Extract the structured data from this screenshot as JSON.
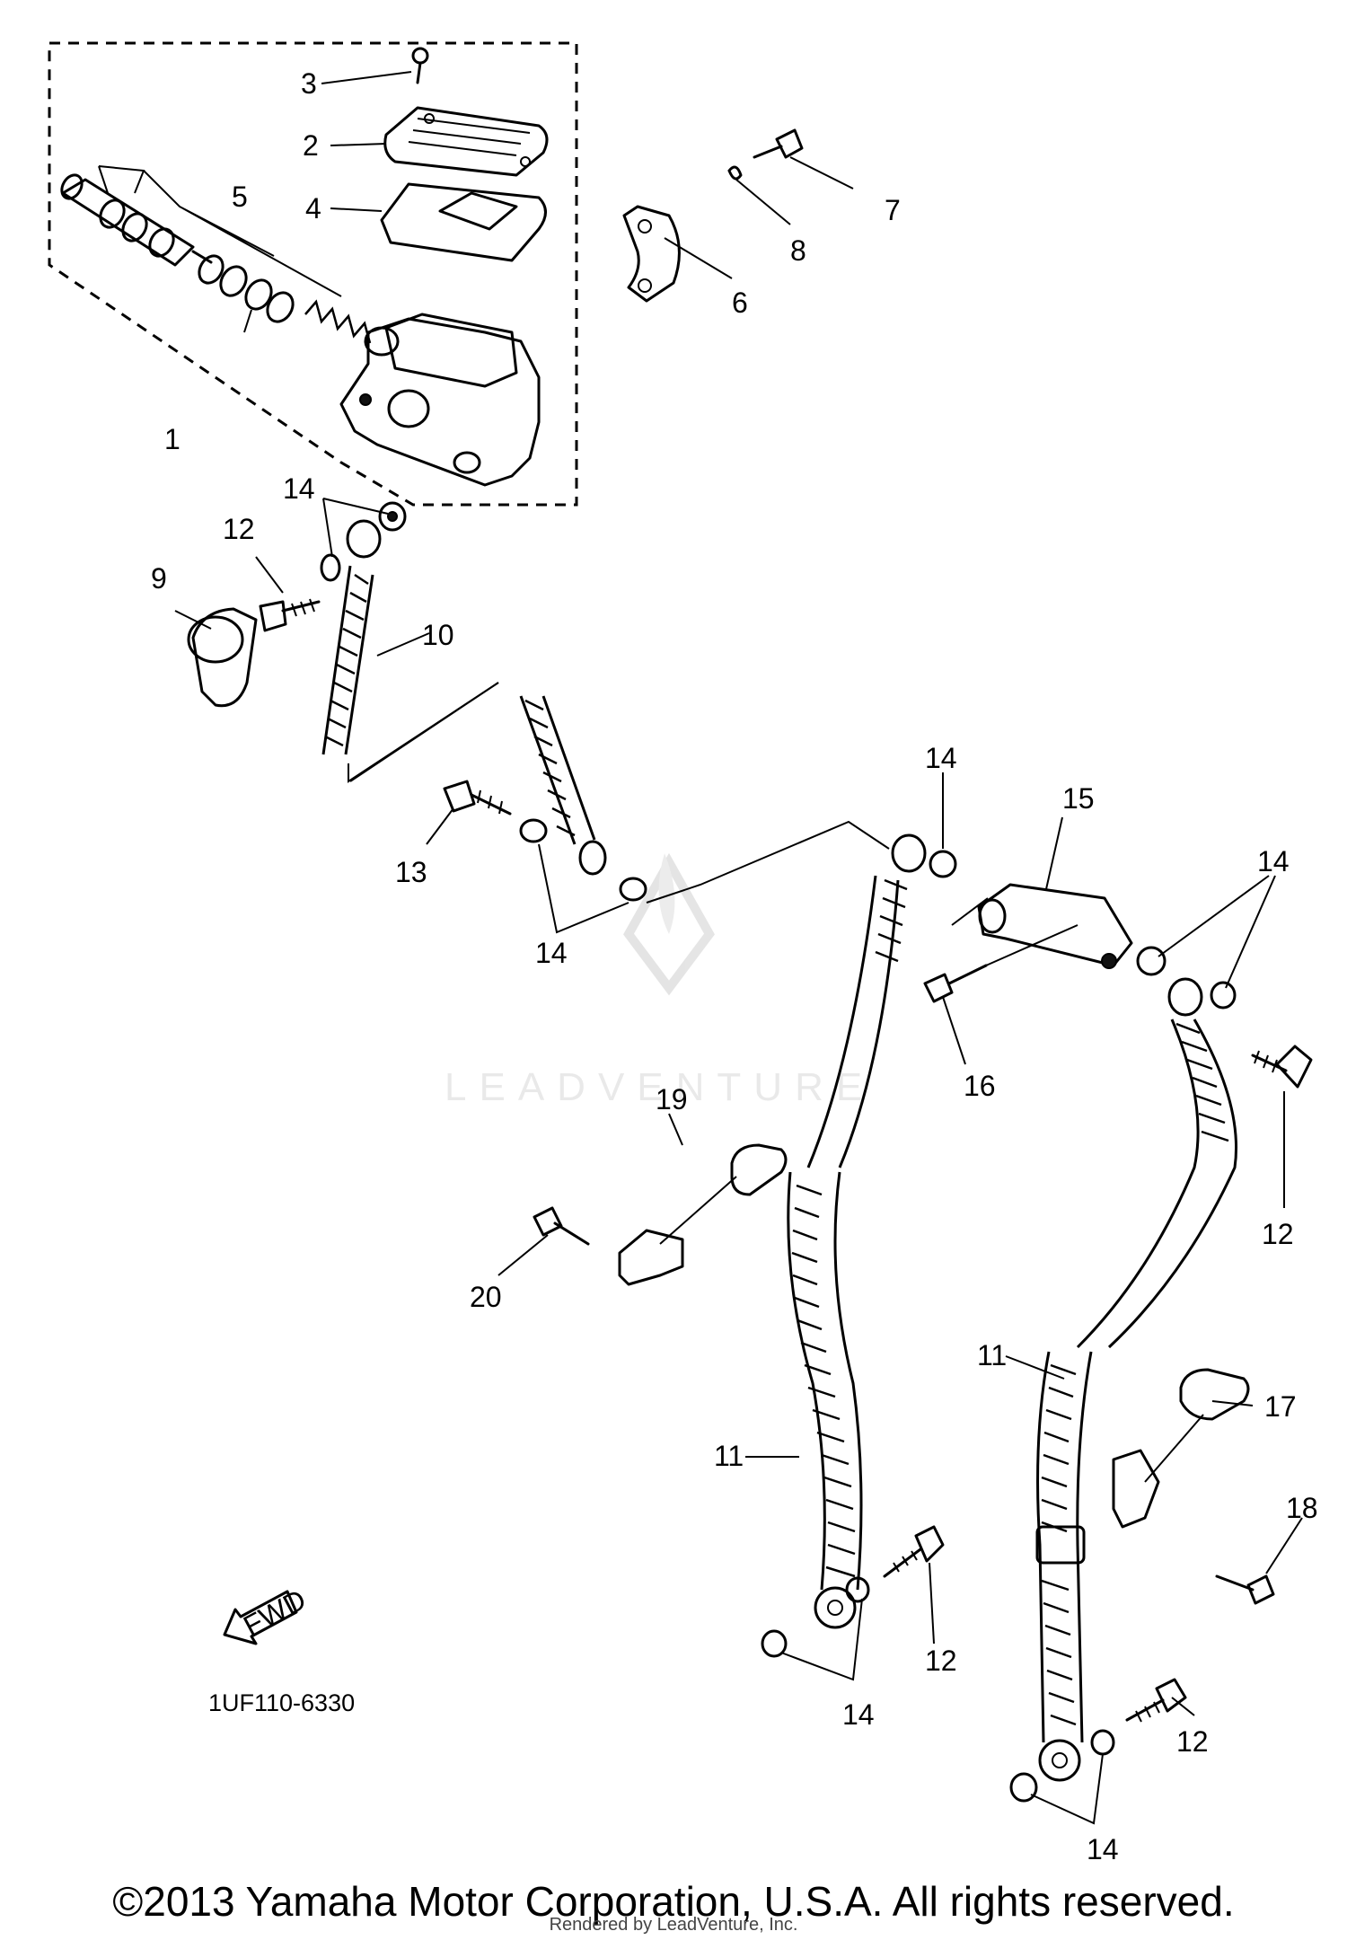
{
  "callouts": {
    "c1": "1",
    "c2": "2",
    "c3": "3",
    "c4": "4",
    "c5": "5",
    "c6": "6",
    "c7": "7",
    "c8": "8",
    "c9": "9",
    "c10": "10",
    "c11a": "11",
    "c11b": "11",
    "c12a": "12",
    "c12b": "12",
    "c12c": "12",
    "c12d": "12",
    "c13": "13",
    "c14a": "14",
    "c14b": "14",
    "c14c": "14",
    "c14d": "14",
    "c14e": "14",
    "c14f": "14",
    "c15": "15",
    "c16": "16",
    "c17": "17",
    "c18": "18",
    "c19": "19",
    "c20": "20"
  },
  "fwd_label": "FWD",
  "diagram_code": "1UF110-6330",
  "watermark": "LEADVENTURE",
  "copyright": "©2013 Yamaha Motor Corporation, U.S.A. All rights reserved.",
  "rendered_by": "Rendered by LeadVenture, Inc."
}
